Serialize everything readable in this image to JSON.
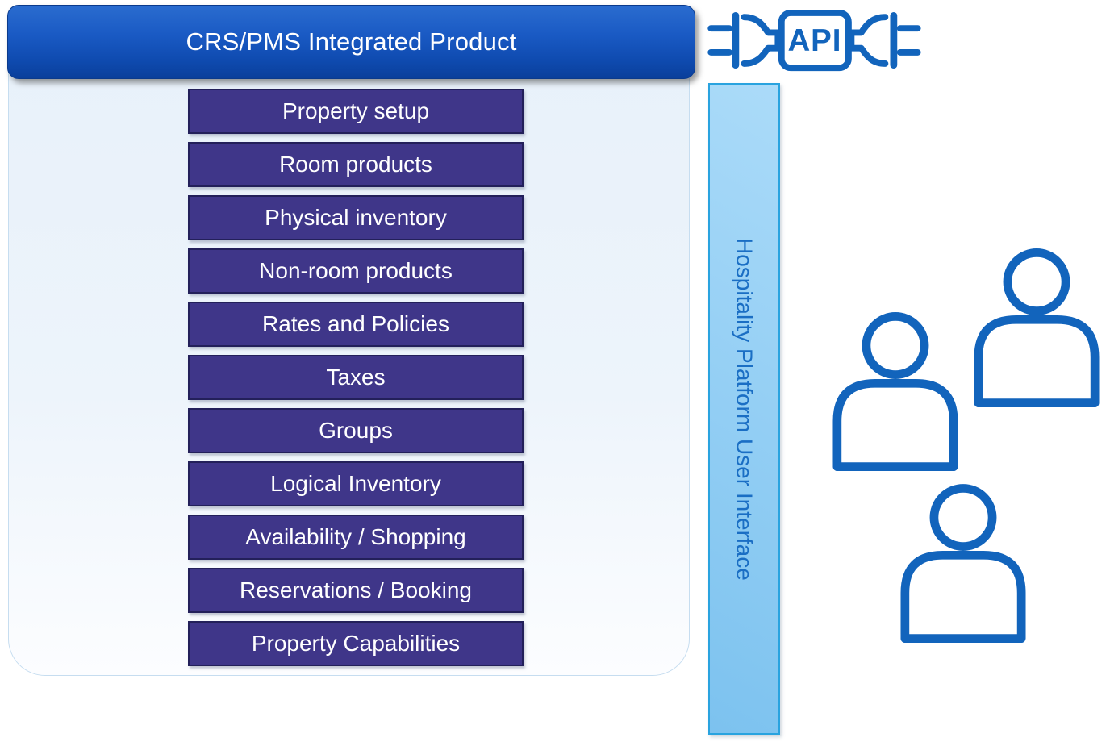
{
  "header": {
    "title": "CRS/PMS Integrated Product"
  },
  "modules": {
    "items": [
      "Property setup",
      "Room products",
      "Physical inventory",
      "Non-room products",
      "Rates and Policies",
      "Taxes",
      "Groups",
      "Logical Inventory",
      "Availability / Shopping",
      "Reservations / Booking",
      "Property Capabilities"
    ]
  },
  "api": {
    "label": "API",
    "icon": "api-plug-icon"
  },
  "ui_bar": {
    "label": "Hospitality Platform User Interface"
  },
  "users": {
    "icon": "user-icon",
    "count": 3
  },
  "colors": {
    "header_blue_top": "#2a6ccf",
    "header_blue_bottom": "#0a3f9b",
    "module_purple": "#3f3689",
    "module_border": "#23205a",
    "panel_bg_top": "#e8f1fa",
    "panel_bg_bottom": "#fcfdff",
    "accent_blue": "#1264bc",
    "ui_bar_fill_dark": "#7cc2ef",
    "ui_bar_fill_light": "#abdbf9",
    "ui_bar_border": "#29a3df",
    "ui_bar_text": "#1a6ec4"
  }
}
